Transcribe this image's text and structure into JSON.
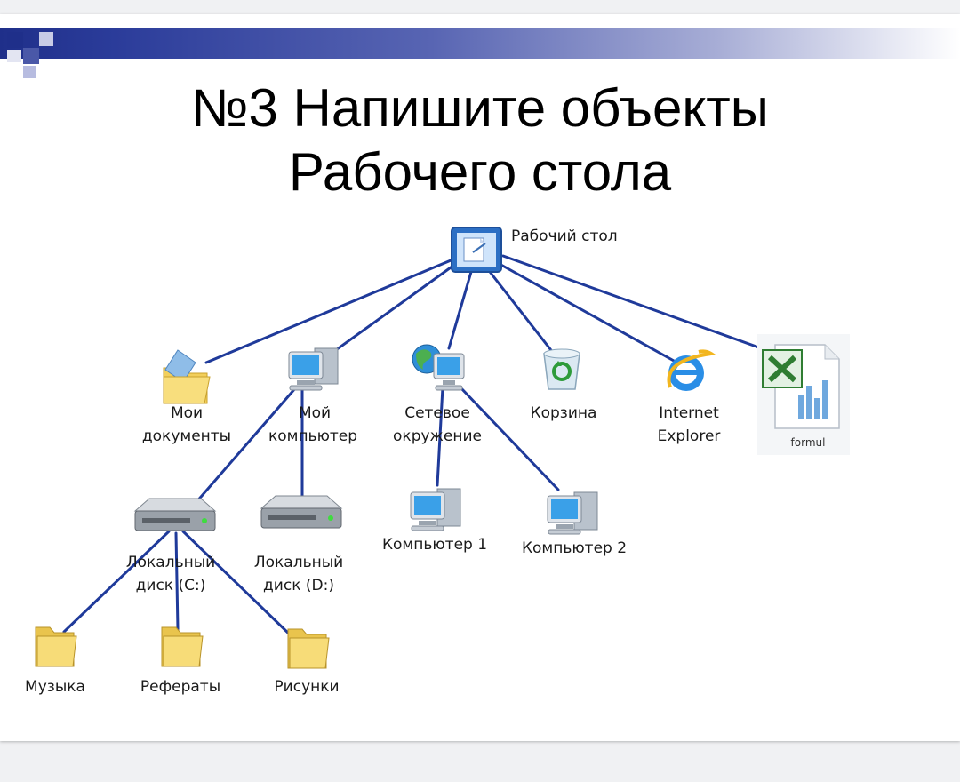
{
  "slide": {
    "title_line1": "№3 Напишите объекты",
    "title_line2": "Рабочего стола"
  },
  "diagram": {
    "line_color": "#1f3a9a",
    "nodes": {
      "desktop": {
        "label": "Рабочий стол",
        "icon": "desktop-icon"
      },
      "my_documents": {
        "label1": "Мои",
        "label2": "документы",
        "icon": "documents-folder-icon"
      },
      "my_computer": {
        "label1": "Мой",
        "label2": "компьютер",
        "icon": "computer-icon"
      },
      "network": {
        "label1": "Сетевое",
        "label2": "окружение",
        "icon": "network-globe-icon"
      },
      "recycle_bin": {
        "label": "Корзина",
        "icon": "recycle-bin-icon"
      },
      "internet_explorer": {
        "label1": "Internet",
        "label2": "Explorer",
        "icon": "internet-explorer-icon"
      },
      "excel_file": {
        "label": "formul",
        "icon": "excel-file-icon"
      },
      "disk_c": {
        "label1": "Локальный",
        "label2": "диск (C:)",
        "icon": "hard-drive-icon"
      },
      "disk_d": {
        "label1": "Локальный",
        "label2": "диск (D:)",
        "icon": "hard-drive-icon"
      },
      "computer1": {
        "label": "Компьютер 1",
        "icon": "computer-icon"
      },
      "computer2": {
        "label": "Компьютер 2",
        "icon": "computer-icon"
      },
      "music": {
        "label": "Музыка",
        "icon": "folder-icon"
      },
      "essays": {
        "label": "Рефераты",
        "icon": "folder-icon"
      },
      "pictures": {
        "label": "Рисунки",
        "icon": "folder-icon"
      }
    }
  }
}
